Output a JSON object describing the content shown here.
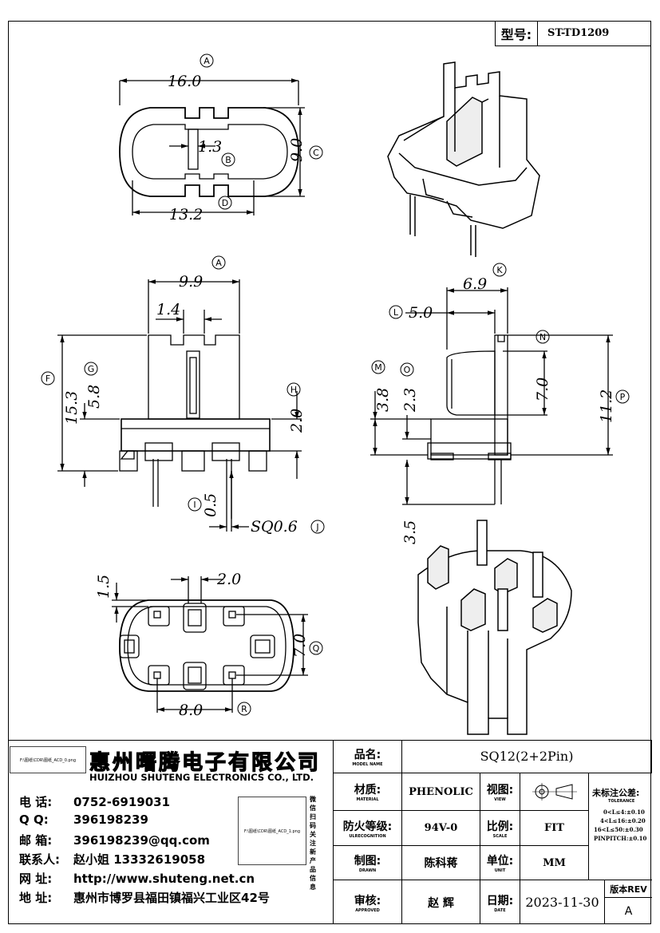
{
  "model": {
    "label": "型号:",
    "value": "ST-TD1209"
  },
  "dims": {
    "a_top": "16.0",
    "b": "1.3",
    "c": "9.0",
    "d": "13.2",
    "a_front": "9.9",
    "front_14": "1.4",
    "f": "15.3",
    "g": "5.8",
    "h": "2.0",
    "i": "0.5",
    "j": "SQ0.6",
    "k": "6.9",
    "l": "5.0",
    "m": "3.8",
    "o": "2.3",
    "n": "7.0",
    "p": "11.2",
    "side_35": "3.5",
    "bottom_15": "1.5",
    "bottom_20": "2.0",
    "q": "7.0",
    "r": "8.0"
  },
  "markers": {
    "A": "A",
    "B": "B",
    "C": "C",
    "D": "D",
    "F": "F",
    "G": "G",
    "H": "H",
    "I": "I",
    "J": "J",
    "K": "K",
    "L": "L",
    "M": "M",
    "N": "N",
    "O": "O",
    "P": "P",
    "Q": "Q",
    "R": "R"
  },
  "company": {
    "logo_placeholder": "F:\\图纸\\CDR\\图纸_ACD_0.png",
    "qr_placeholder": "F:\\图纸\\CDR\\图纸_ACD_1.png",
    "name_cn": "惠州曙腾电子有限公司",
    "name_en": "HUIZHOU SHUTENG ELECTRONICS CO., LTD.",
    "vertical_text": "微信扫码关注新产品信息"
  },
  "contacts": [
    {
      "label": "电  话:",
      "value": "0752-6919031"
    },
    {
      "label": "Q    Q:",
      "value": "396198239"
    },
    {
      "label": "邮  箱:",
      "value": "396198239@qq.com"
    },
    {
      "label": "联系人:",
      "value": "赵小姐 13332619058"
    },
    {
      "label": "网  址:",
      "value": "http://www.shuteng.net.cn"
    },
    {
      "label": "地  址:",
      "value": "惠州市博罗县福田镇福兴工业区42号"
    }
  ],
  "title_block": {
    "name_label": "品名:",
    "name_label_en": "MODEL NAME",
    "name_value": "SQ12(2+2Pin)",
    "material_label": "材质:",
    "material_label_en": "MATERIAL",
    "material_value": "PHENOLIC",
    "view_label": "视图:",
    "view_label_en": "VIEW",
    "fire_label": "防火等级:",
    "fire_label_en": "ULRECOGNITION",
    "fire_value": "94V-0",
    "scale_label": "比例:",
    "scale_label_en": "SCALE",
    "scale_value": "FIT",
    "drawn_label": "制图:",
    "drawn_label_en": "DRAWN",
    "drawn_value": "陈科蒋",
    "unit_label": "单位:",
    "unit_label_en": "UNIT",
    "unit_value": "MM",
    "approved_label": "审核:",
    "approved_label_en": "APPROVED",
    "approved_value": "赵  辉",
    "date_label": "日期:",
    "date_label_en": "DATE",
    "date_value": "2023-11-30",
    "rev_label": "版本REV",
    "rev_value": "A",
    "tol_label": "未标注公差:",
    "tol_label_en": "TOLERANCE",
    "tol_lines": [
      "0<L≤4:±0.10",
      "4<L≤16:±0.20",
      "16<L≤50:±0.30",
      "PINPITCH:±0.10"
    ]
  }
}
